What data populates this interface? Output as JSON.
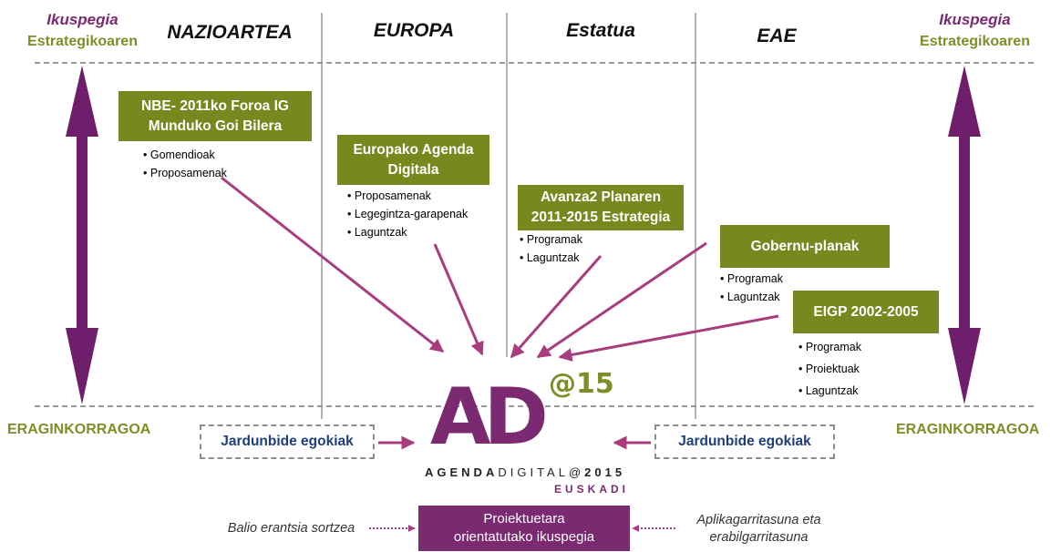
{
  "sides": {
    "left": {
      "line1": "Ikuspegia",
      "line2": "Estrategikoaren",
      "bottom": "ERAGINKORRAGOA"
    },
    "right": {
      "line1": "Ikuspegia",
      "line2": "Estrategikoaren",
      "bottom": "ERAGINKORRAGOA"
    }
  },
  "columns": [
    "NAZIOARTEA",
    "EUROPA",
    "Estatua",
    "EAE"
  ],
  "boxes": {
    "nbe": {
      "line1": "NBE- 2011ko Foroa IG",
      "line2": "Munduko Goi Bilera",
      "bullets": [
        "Gomendioak",
        "Proposamenak"
      ]
    },
    "europa": {
      "line1": "Europako Agenda",
      "line2": "Digitala",
      "bullets": [
        "Proposamenak",
        "Legegintza-garapenak",
        "Laguntzak"
      ]
    },
    "avanza": {
      "line1": "Avanza2 Planaren",
      "line2": "2011-2015 Estrategia",
      "bullets": [
        "Programak",
        "Laguntzak"
      ]
    },
    "gobernu": {
      "line1": "Gobernu-planak",
      "bullets": [
        "Programak",
        "Laguntzak"
      ]
    },
    "eigp": {
      "line1": "EIGP 2002-2005",
      "bullets": [
        "Programak",
        "Proiektuak",
        "Laguntzak"
      ]
    }
  },
  "jardunbide": {
    "left": "Jardunbide egokiak",
    "right": "Jardunbide egokiak"
  },
  "logo": {
    "main": "AD",
    "superscript": "@15",
    "sub_bold1": "AGENDA",
    "sub_normal": "DIGITAL@",
    "sub_bold2": "2015",
    "region": "EUSKADI"
  },
  "bottom": {
    "left_note": "Balio erantsia sortzea",
    "box_line1": "Proiektuetara",
    "box_line2": "orientatutako ikuspegia",
    "right_note_line1": "Aplikagarritasuna eta",
    "right_note_line2": "erabilgarritasuna"
  },
  "colors": {
    "purple": "#7b2a72",
    "green": "#76891f",
    "green_text": "#7c8f27",
    "navy": "#1e3f7a",
    "arrow": "#a83d7e"
  }
}
